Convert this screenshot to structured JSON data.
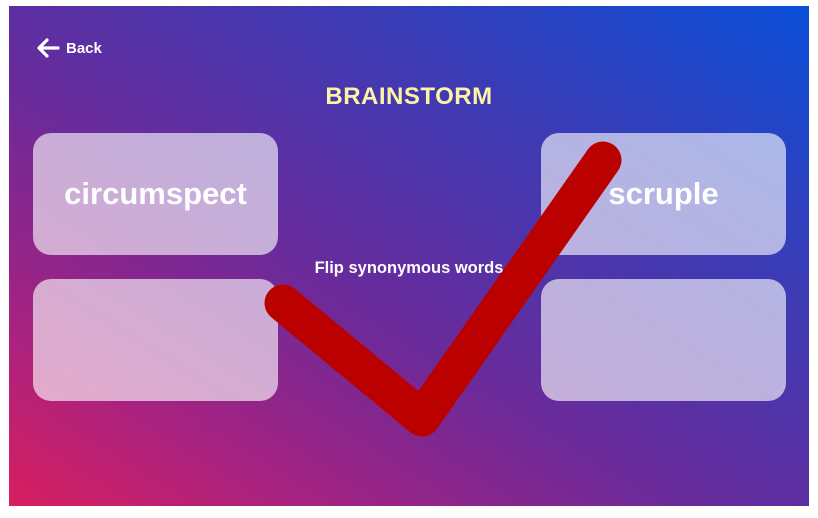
{
  "nav": {
    "back_label": "Back",
    "back_icon": "arrow-left-icon"
  },
  "game": {
    "title": "BRAINSTORM",
    "title_color": "#fdf3a4",
    "instruction": "Flip synonymous words",
    "cards": [
      {
        "word": "circumspect",
        "flipped": true
      },
      {
        "word": "scruple",
        "flipped": true
      },
      {
        "word": "",
        "flipped": false
      },
      {
        "word": "",
        "flipped": false
      }
    ],
    "feedback_icon": "checkmark-icon",
    "feedback_color": "#bb0000"
  }
}
